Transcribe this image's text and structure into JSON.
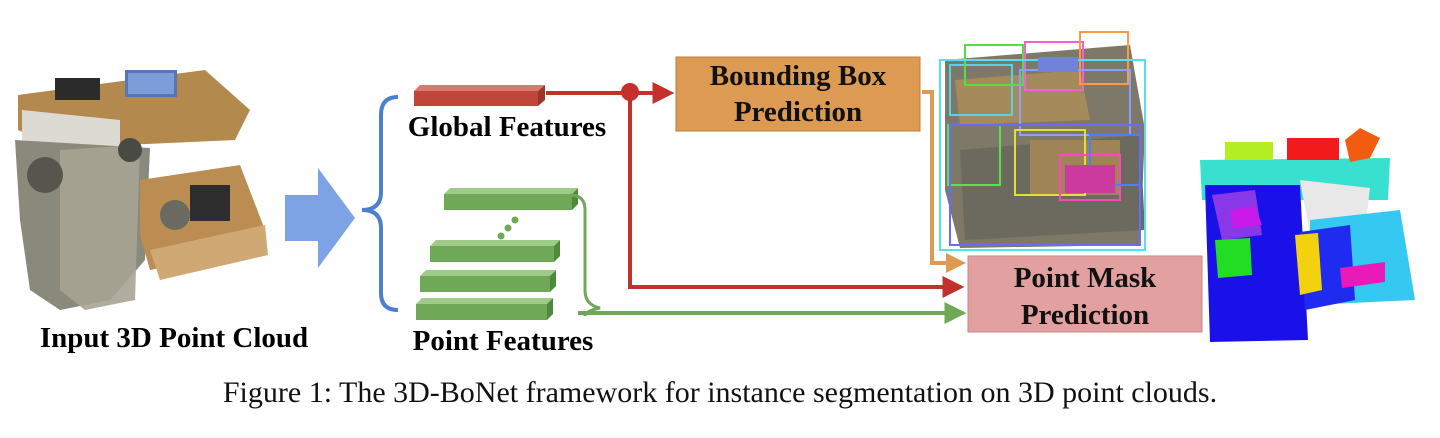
{
  "labels": {
    "input": "Input 3D Point Cloud",
    "global_features": "Global Features",
    "point_features": "Point Features"
  },
  "boxes": {
    "bbox_prediction": [
      "Bounding Box",
      "Prediction"
    ],
    "mask_prediction": [
      "Point Mask",
      "Prediction"
    ]
  },
  "caption": "Figure 1: The 3D-BoNet framework for instance segmentation on 3D point clouds.",
  "colors": {
    "global_bar": "#c0463a",
    "point_bar": "#6fa857",
    "bbox_box": "#dd9a52",
    "mask_box": "#e2a0a0",
    "red_arrow": "#c4302b",
    "orange_arrow": "#dd9a52",
    "green_arrow": "#6fa857",
    "blue_brace": "#4c7fd0",
    "big_arrow": "#7ea3e4"
  }
}
